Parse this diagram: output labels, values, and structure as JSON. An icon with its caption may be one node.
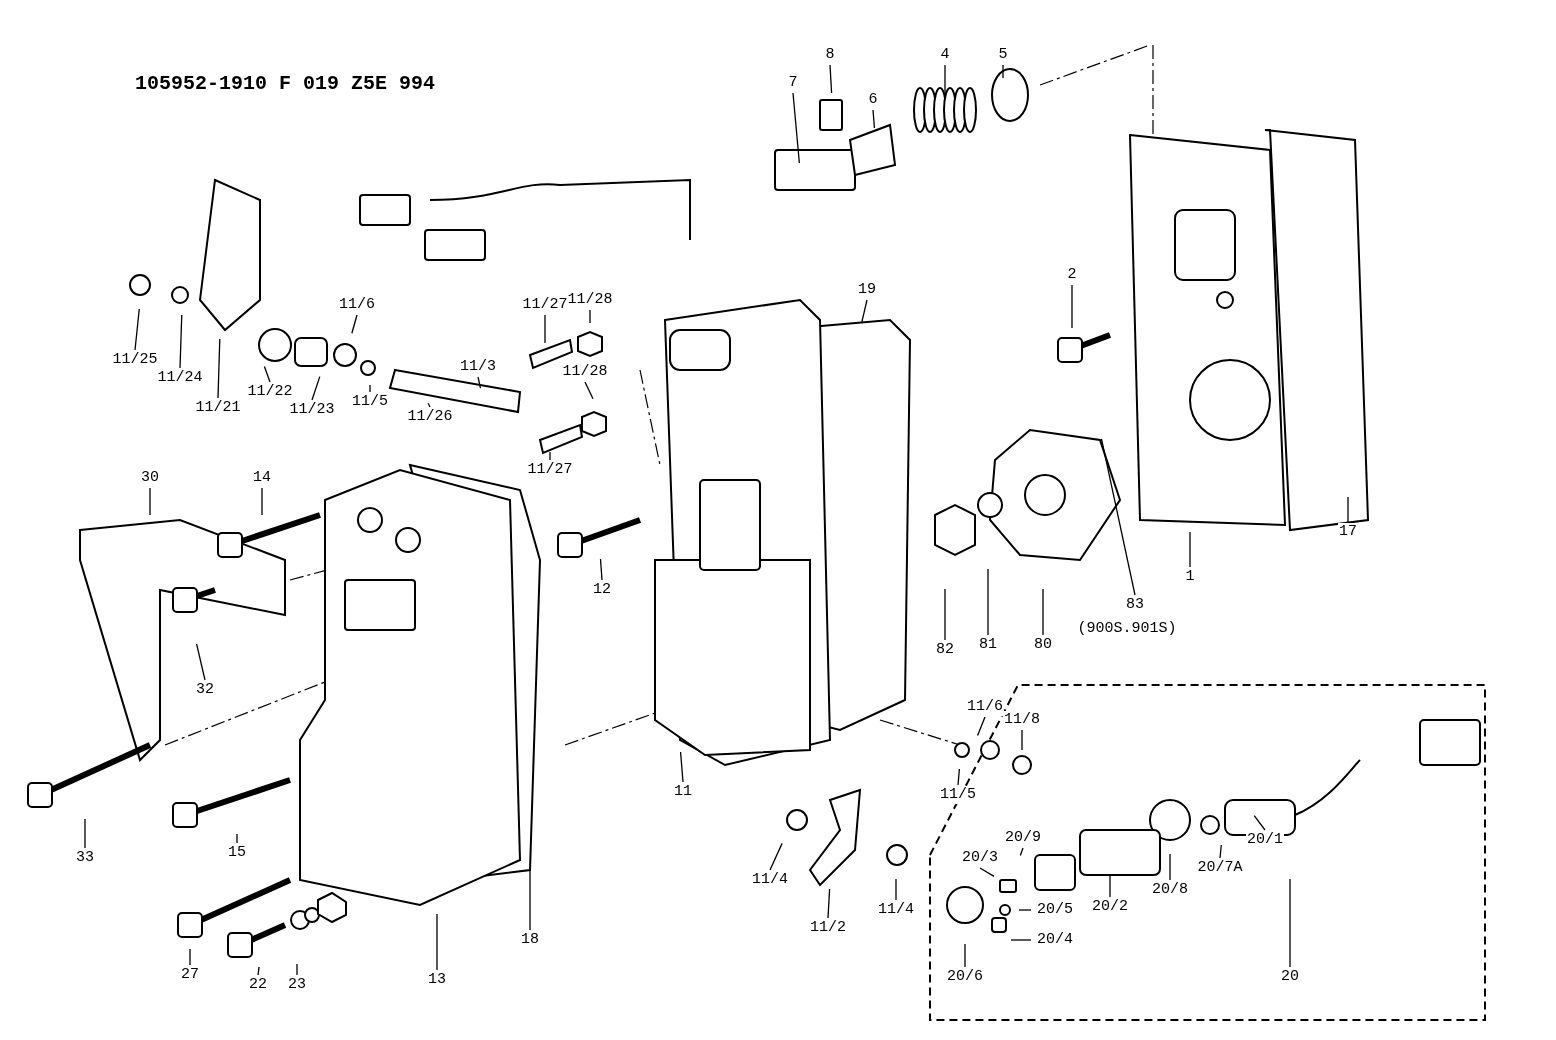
{
  "diagram": {
    "title": "105952-1910 F 019 Z5E 994",
    "nodes": [
      {
        "text": [
          "8"
        ]
      },
      {
        "text": [
          "4"
        ]
      },
      {
        "text": [
          "5"
        ]
      },
      {
        "text": [
          "7"
        ]
      },
      {
        "text": [
          "6"
        ]
      },
      {
        "text": [
          "19"
        ]
      },
      {
        "text": [
          "2"
        ]
      },
      {
        "text": [
          "11/28"
        ]
      },
      {
        "text": [
          "11/27"
        ]
      },
      {
        "text": [
          "11/6"
        ]
      },
      {
        "text": [
          "11/25"
        ]
      },
      {
        "text": [
          "11/3"
        ]
      },
      {
        "text": [
          "11/24"
        ]
      },
      {
        "text": [
          "11/22"
        ]
      },
      {
        "text": [
          "11/28"
        ]
      },
      {
        "text": [
          "11/21"
        ]
      },
      {
        "text": [
          "11/23"
        ]
      },
      {
        "text": [
          "11/5"
        ]
      },
      {
        "text": [
          "11/26"
        ]
      },
      {
        "text": [
          "11/27"
        ]
      },
      {
        "text": [
          "30"
        ]
      },
      {
        "text": [
          "14"
        ]
      },
      {
        "text": [
          "17"
        ]
      },
      {
        "text": [
          "1"
        ]
      },
      {
        "text": [
          "12"
        ]
      },
      {
        "text": [
          "83"
        ],
        "beside": [
          "(900S.901S)"
        ]
      },
      {
        "text": [
          "81"
        ]
      },
      {
        "text": [
          "80"
        ]
      },
      {
        "text": [
          "82"
        ]
      },
      {
        "text": [
          "32"
        ]
      },
      {
        "text": [
          "11/6"
        ]
      },
      {
        "text": [
          "11/8"
        ]
      },
      {
        "text": [
          "11"
        ]
      },
      {
        "text": [
          "11/5"
        ]
      },
      {
        "text": [
          "20/1"
        ]
      },
      {
        "text": [
          "20/9"
        ]
      },
      {
        "text": [
          "33"
        ]
      },
      {
        "text": [
          "15"
        ]
      },
      {
        "text": [
          "20/3"
        ]
      },
      {
        "text": [
          "20/7A"
        ]
      },
      {
        "text": [
          "11/4"
        ]
      },
      {
        "text": [
          "20/8"
        ]
      },
      {
        "text": [
          "20/2"
        ]
      },
      {
        "text": [
          "11/4"
        ]
      },
      {
        "text": [
          "20/5"
        ]
      },
      {
        "text": [
          "11/2"
        ]
      },
      {
        "text": [
          "20/4"
        ]
      },
      {
        "text": [
          "18"
        ]
      },
      {
        "text": [
          "27"
        ]
      },
      {
        "text": [
          "22"
        ]
      },
      {
        "text": [
          "23"
        ]
      },
      {
        "text": [
          "13"
        ]
      },
      {
        "text": [
          "20/6"
        ]
      },
      {
        "text": [
          "20"
        ]
      }
    ],
    "edges": [
      {
        "from": 0,
        "to": null,
        "arrow": "none"
      },
      {
        "from": 1,
        "to": null,
        "arrow": "none"
      },
      {
        "from": 2,
        "to": null,
        "arrow": "none"
      },
      {
        "from": 3,
        "to": null,
        "arrow": "none"
      },
      {
        "from": 4,
        "to": null,
        "arrow": "none"
      },
      {
        "from": 5,
        "to": null,
        "arrow": "none"
      },
      {
        "from": 6,
        "to": null,
        "arrow": "none"
      },
      {
        "from": 7,
        "to": null,
        "arrow": "none"
      },
      {
        "from": 8,
        "to": null,
        "arrow": "none"
      },
      {
        "from": 9,
        "to": null,
        "arrow": "none"
      },
      {
        "from": 10,
        "to": null,
        "arrow": "none"
      },
      {
        "from": 11,
        "to": null,
        "arrow": "none"
      },
      {
        "from": 12,
        "to": null,
        "arrow": "none"
      },
      {
        "from": 13,
        "to": null,
        "arrow": "none"
      },
      {
        "from": 14,
        "to": null,
        "arrow": "none"
      },
      {
        "from": 15,
        "to": null,
        "arrow": "none"
      },
      {
        "from": 16,
        "to": null,
        "arrow": "none"
      },
      {
        "from": 17,
        "to": null,
        "arrow": "none"
      },
      {
        "from": 18,
        "to": null,
        "arrow": "none"
      },
      {
        "from": 19,
        "to": null,
        "arrow": "none"
      },
      {
        "from": 20,
        "to": null,
        "arrow": "none"
      },
      {
        "from": 21,
        "to": null,
        "arrow": "none"
      },
      {
        "from": 22,
        "to": null,
        "arrow": "none"
      },
      {
        "from": 23,
        "to": null,
        "arrow": "none"
      },
      {
        "from": 24,
        "to": null,
        "arrow": "none"
      },
      {
        "from": 25,
        "to": null,
        "arrow": "none"
      },
      {
        "from": 26,
        "to": null,
        "arrow": "none"
      },
      {
        "from": 27,
        "to": null,
        "arrow": "none"
      },
      {
        "from": 28,
        "to": null,
        "arrow": "none"
      },
      {
        "from": 29,
        "to": null,
        "arrow": "none"
      },
      {
        "from": 30,
        "to": null,
        "arrow": "none"
      },
      {
        "from": 31,
        "to": null,
        "arrow": "none"
      },
      {
        "from": 32,
        "to": null,
        "arrow": "none"
      },
      {
        "from": 33,
        "to": null,
        "arrow": "none"
      },
      {
        "from": 34,
        "to": null,
        "arrow": "none"
      },
      {
        "from": 35,
        "to": null,
        "arrow": "none"
      },
      {
        "from": 36,
        "to": null,
        "arrow": "none"
      },
      {
        "from": 37,
        "to": null,
        "arrow": "none"
      },
      {
        "from": 38,
        "to": null,
        "arrow": "none"
      },
      {
        "from": 39,
        "to": null,
        "arrow": "none"
      },
      {
        "from": 40,
        "to": null,
        "arrow": "none"
      },
      {
        "from": 41,
        "to": null,
        "arrow": "none"
      },
      {
        "from": 42,
        "to": null,
        "arrow": "none"
      },
      {
        "from": 43,
        "to": null,
        "arrow": "none"
      },
      {
        "from": 44,
        "to": null,
        "arrow": "none"
      },
      {
        "from": 45,
        "to": null,
        "arrow": "none"
      },
      {
        "from": 46,
        "to": null,
        "arrow": "none"
      },
      {
        "from": 47,
        "to": null,
        "arrow": "none"
      },
      {
        "from": 48,
        "to": null,
        "arrow": "none"
      },
      {
        "from": 49,
        "to": null,
        "arrow": "none"
      },
      {
        "from": 50,
        "to": null,
        "arrow": "none"
      },
      {
        "from": 51,
        "to": null,
        "arrow": "none"
      },
      {
        "from": 52,
        "to": null,
        "arrow": "none"
      },
      {
        "from": 53,
        "to": null,
        "arrow": "none"
      }
    ]
  }
}
